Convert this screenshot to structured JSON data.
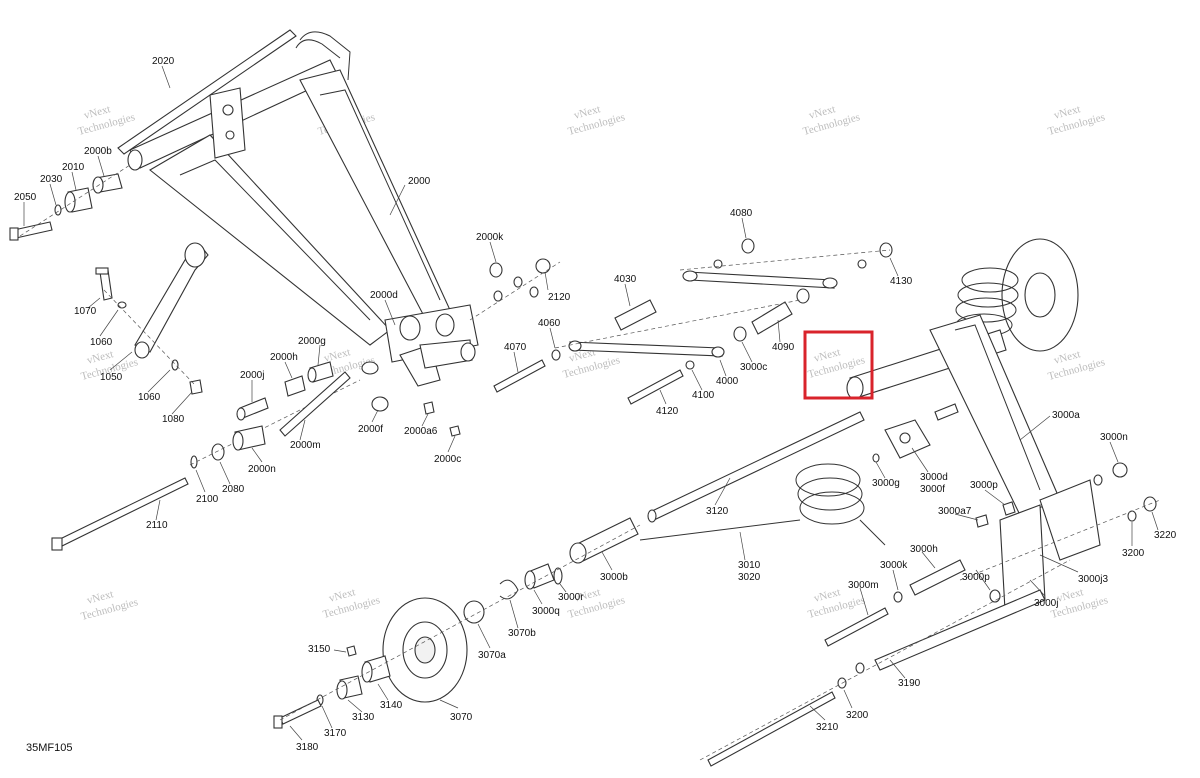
{
  "diagram": {
    "code": "35MF105",
    "watermark": [
      "vNext",
      "Technologies"
    ],
    "highlight_color": "#d9232b",
    "labels": [
      "2020",
      "2000b",
      "2010",
      "2030",
      "2050",
      "2000",
      "2000k",
      "2120",
      "2000d",
      "2000g",
      "2000h",
      "2000j",
      "2000m",
      "2000n",
      "2000f",
      "2000a6",
      "2000c",
      "1070",
      "1060",
      "1050",
      "1060",
      "1080",
      "2100",
      "2080",
      "2110",
      "4080",
      "4130",
      "4030",
      "4060",
      "4070",
      "4090",
      "4000",
      "3000c",
      "4100",
      "4120",
      "3000a",
      "3000n",
      "3000d",
      "3000f",
      "3000g",
      "3000p",
      "3000a7",
      "3200",
      "3220",
      "3120",
      "3010",
      "3020",
      "3000h",
      "3000k",
      "3000m",
      "3000p",
      "3000j3",
      "3000j",
      "3000b",
      "3000r",
      "3000q",
      "3070b",
      "3070a",
      "3150",
      "3140",
      "3130",
      "3070",
      "3170",
      "3180",
      "3190",
      "3200",
      "3210"
    ]
  }
}
